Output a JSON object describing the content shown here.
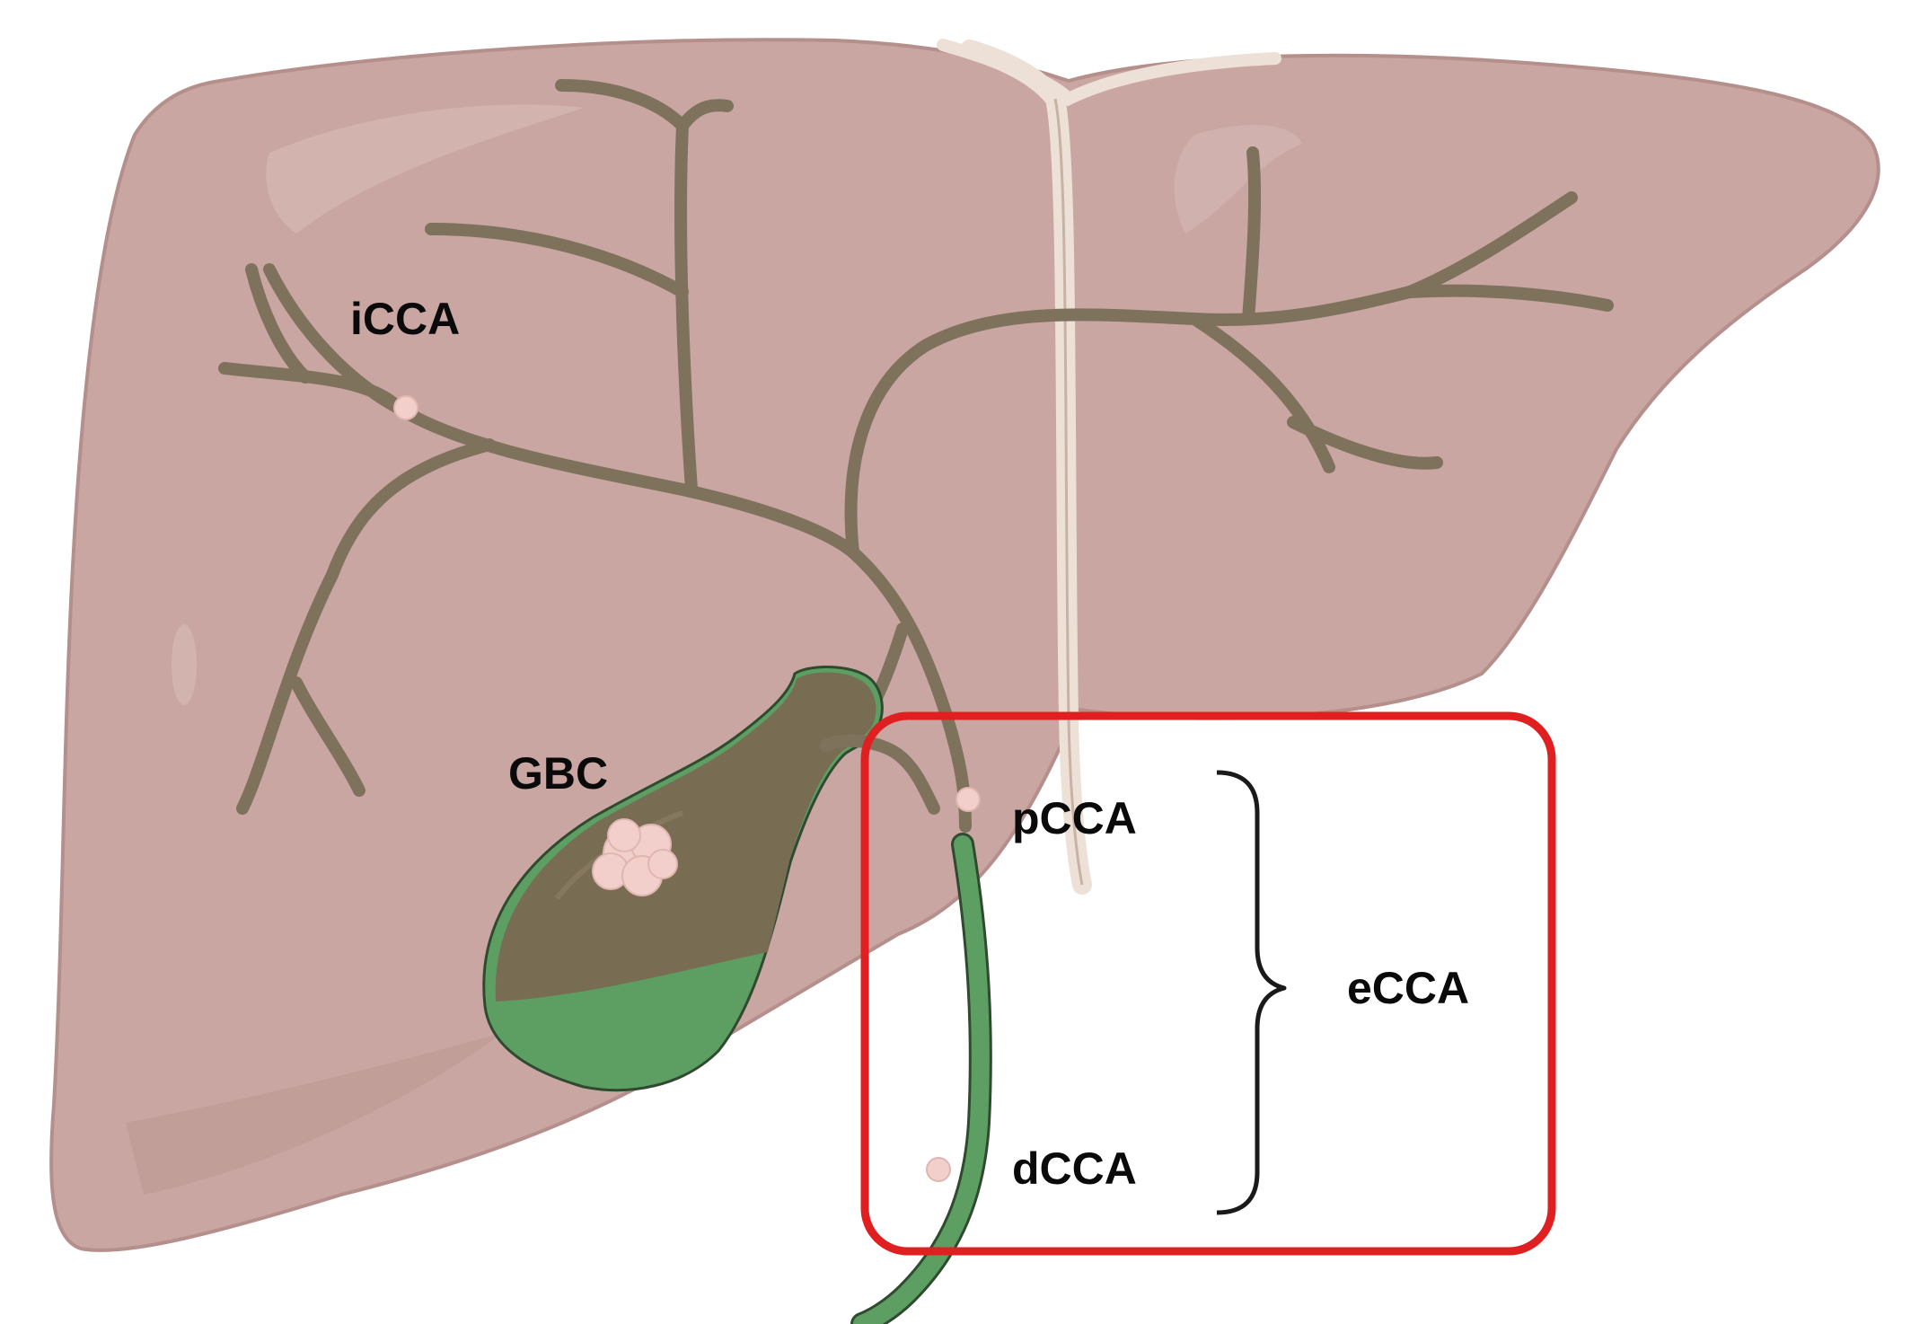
{
  "labels": {
    "icca": "iCCA",
    "gbc": "GBC",
    "pcca": "pCCA",
    "dcca": "dCCA",
    "ecca": "eCCA"
  },
  "colors": {
    "liver_fill": "#c9a6a2",
    "liver_outline": "#b58f8b",
    "duct": "#7e725c",
    "gallbladder": "#7a6b52",
    "bile_green": "#5d9e63",
    "tumor": "#f2cfcb",
    "highlight_box": "#e02020",
    "ligament": "#ede0d6"
  },
  "icons": {
    "liver": "liver-illustration",
    "gallbladder": "gallbladder-illustration",
    "tumor": "tumor-nodule-icon",
    "brace": "curly-brace"
  }
}
